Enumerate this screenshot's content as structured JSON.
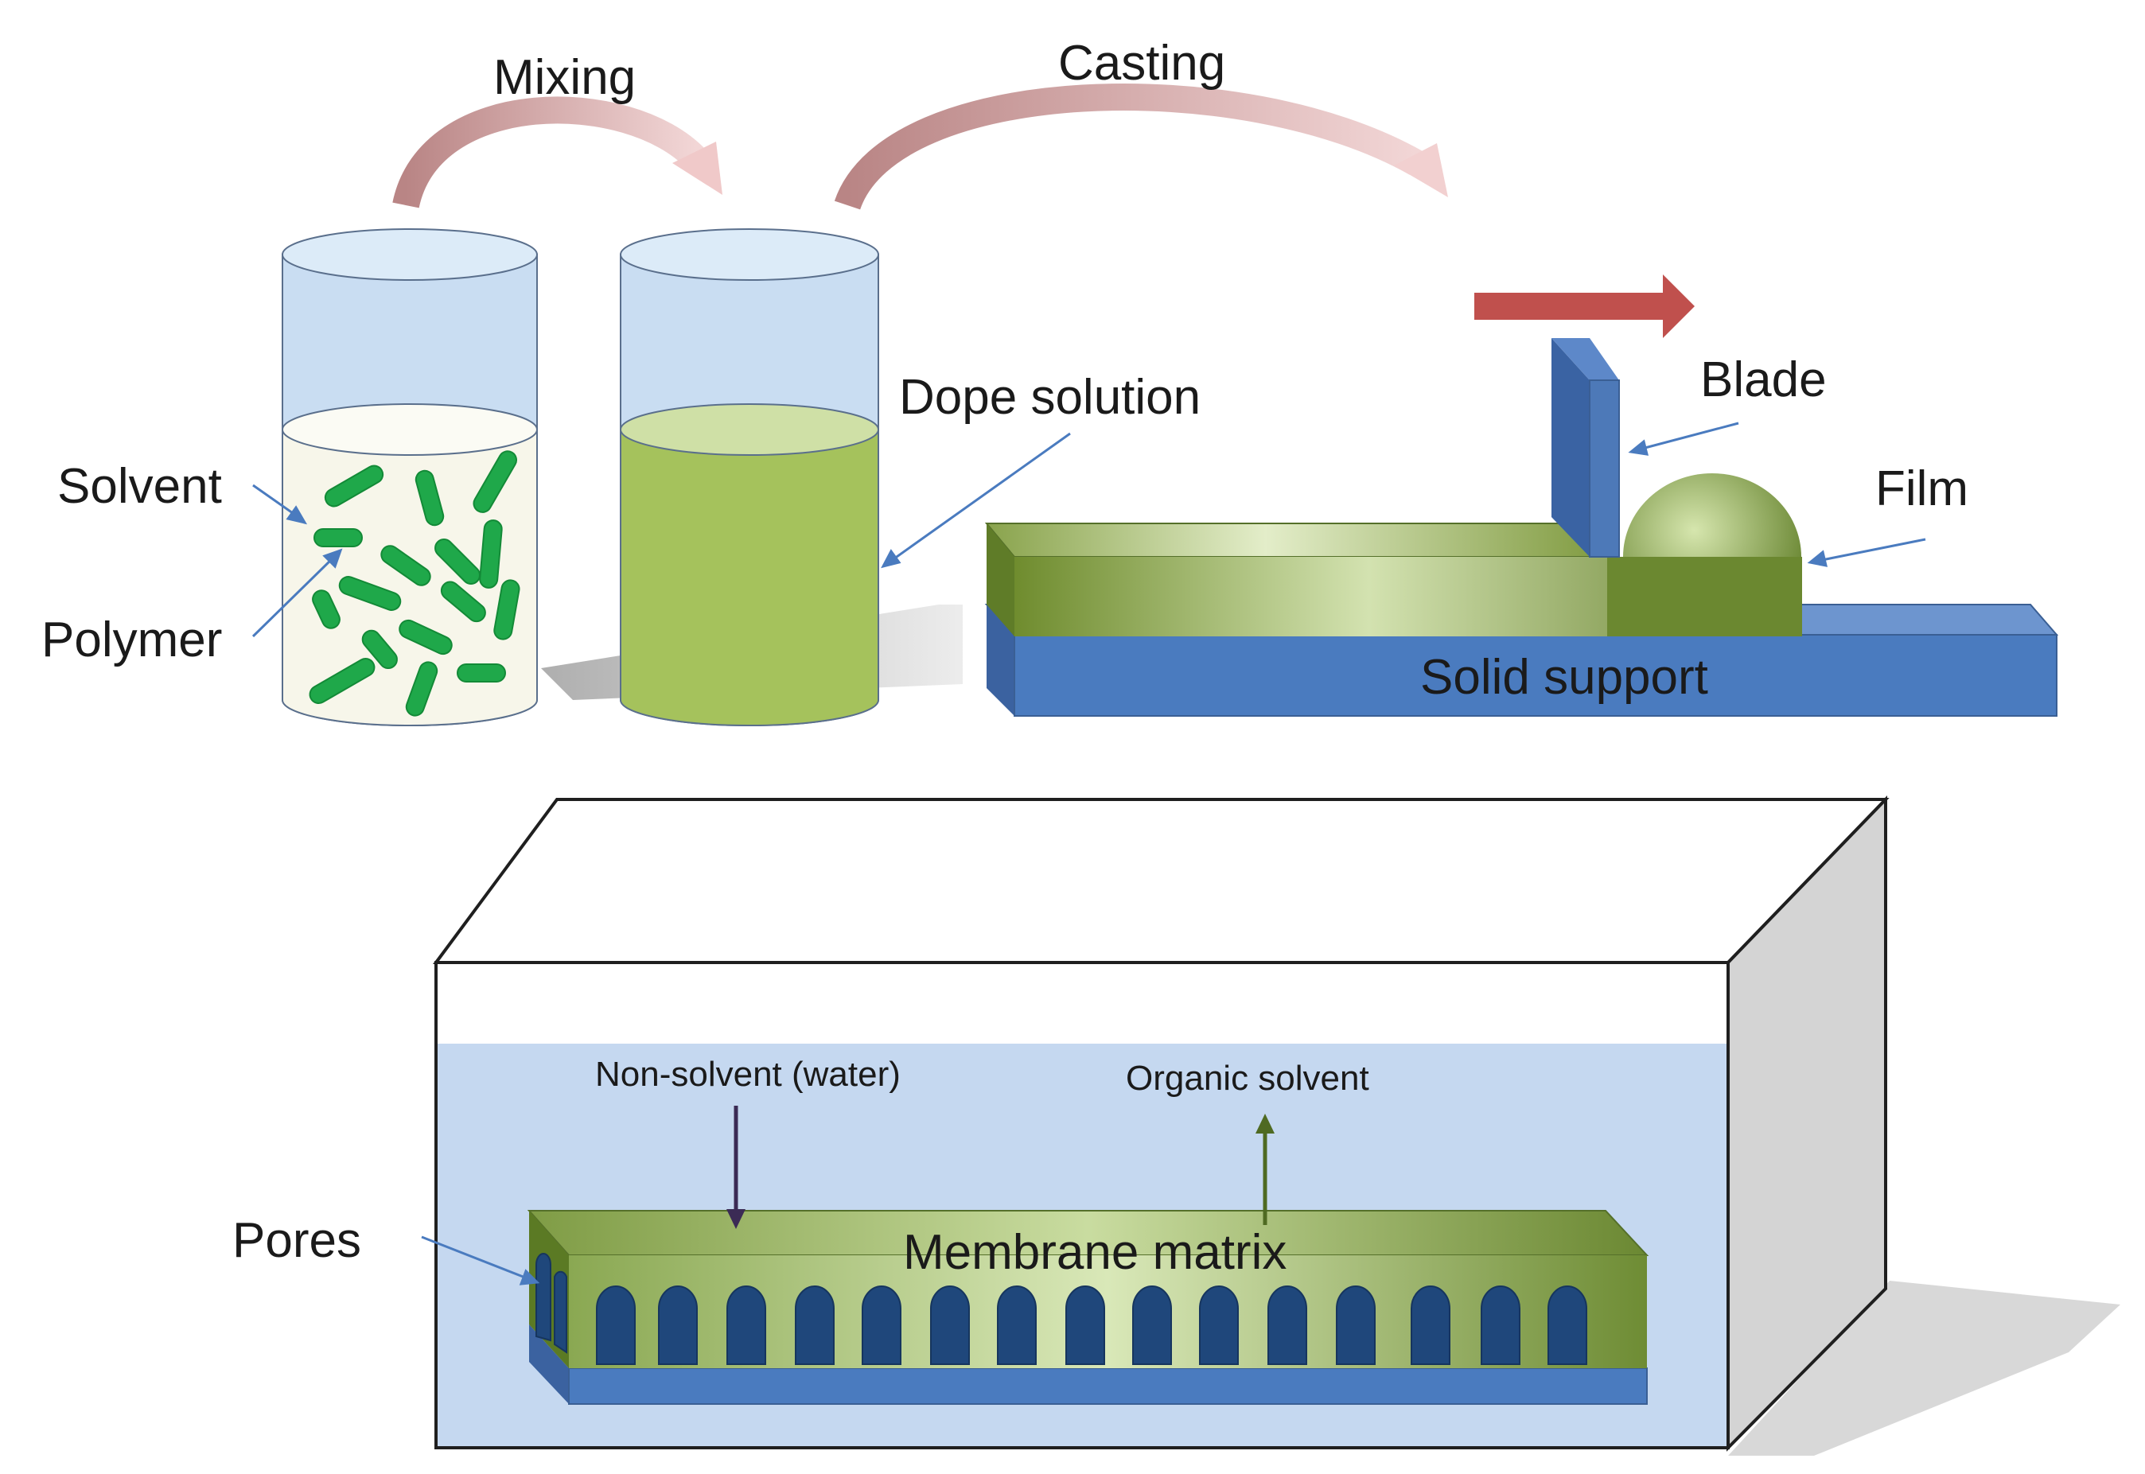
{
  "labels": {
    "mixing": "Mixing",
    "casting": "Casting",
    "solvent": "Solvent",
    "polymer": "Polymer",
    "dope_solution": "Dope solution",
    "blade": "Blade",
    "film": "Film",
    "solid_support": "Solid support",
    "pores": "Pores",
    "non_solvent": "Non-solvent (water)",
    "organic_solvent": "Organic solvent",
    "membrane_matrix": "Membrane matrix"
  },
  "colors": {
    "beaker_glass": "#c9ddf2",
    "solvent_liquid": "#f7f6ea",
    "polymer_rods": "#1fa84a",
    "dope_solution": "#a5c25c",
    "film_green": "#7e9a3c",
    "support_blue": "#4a7bbf",
    "blade_blue": "#4d79b8",
    "direction_arrow": "#c0504d",
    "process_arrow": "#c99a9a",
    "bath_water": "#c5d8f0",
    "pore_navy": "#1f477b"
  }
}
